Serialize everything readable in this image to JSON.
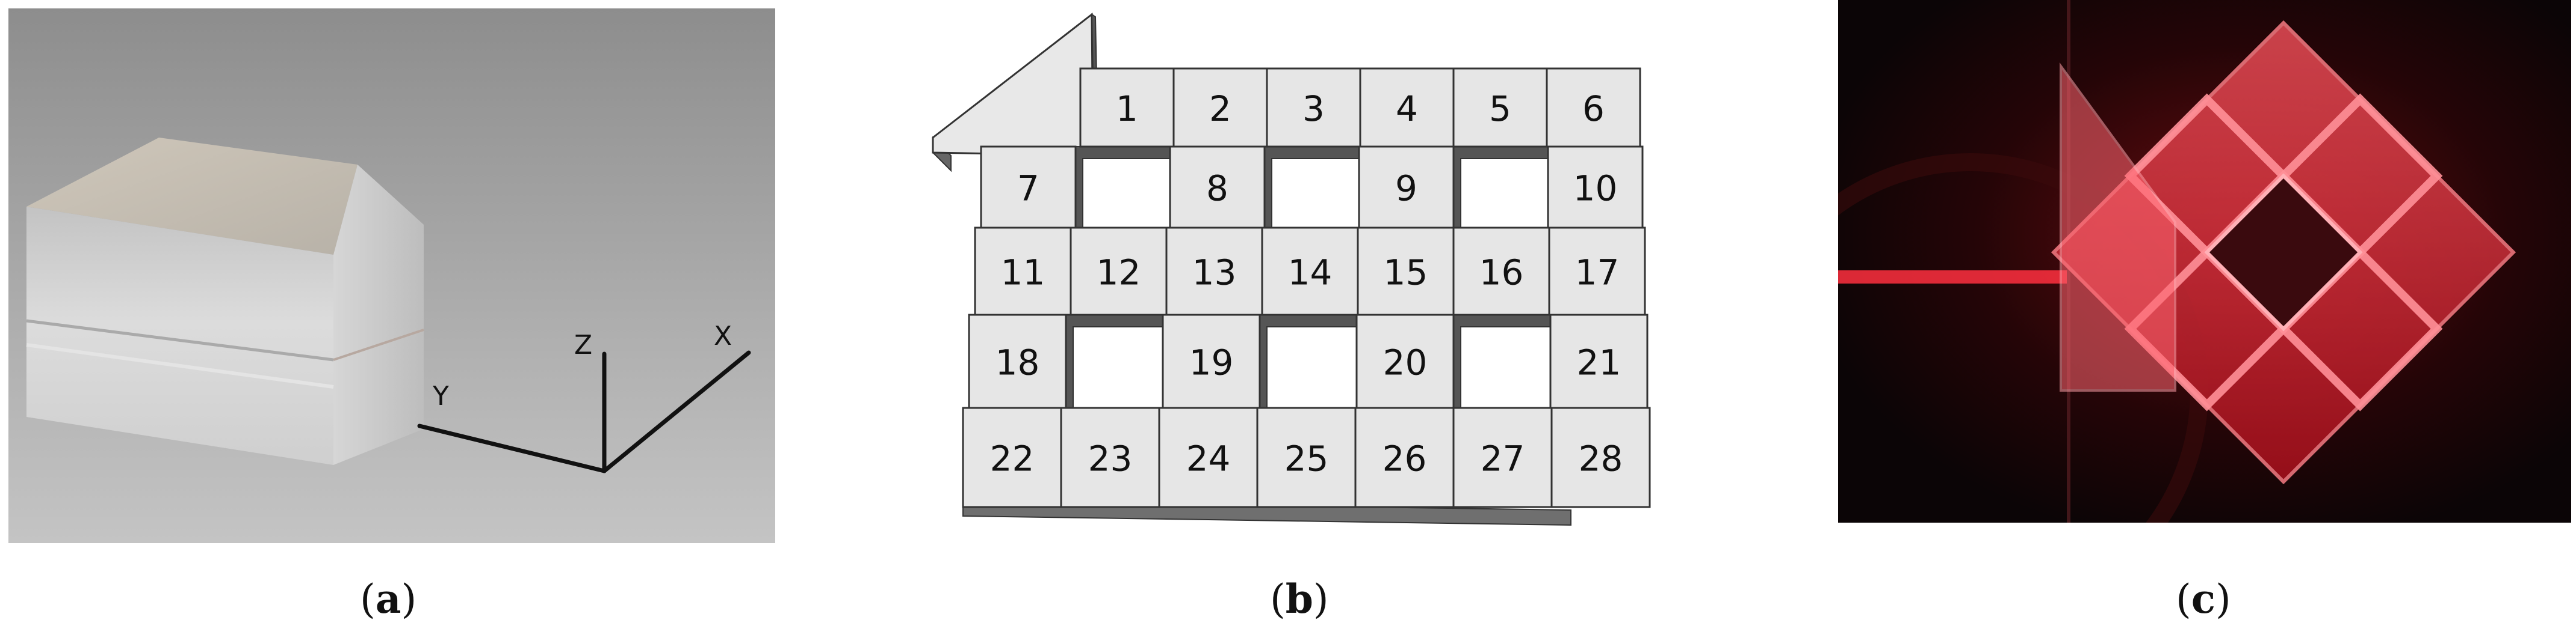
{
  "figure": {
    "panel_a": {
      "axis_labels": {
        "x": "X",
        "y": "Y",
        "z": "Z"
      },
      "caption_letter": "a"
    },
    "panel_b": {
      "cells": [
        "1",
        "2",
        "3",
        "4",
        "5",
        "6",
        "7",
        "8",
        "9",
        "10",
        "11",
        "12",
        "13",
        "14",
        "15",
        "16",
        "17",
        "18",
        "19",
        "20",
        "21",
        "22",
        "23",
        "24",
        "25",
        "26",
        "27",
        "28"
      ],
      "caption_letter": "b"
    },
    "panel_c": {
      "caption_letter": "c"
    }
  }
}
